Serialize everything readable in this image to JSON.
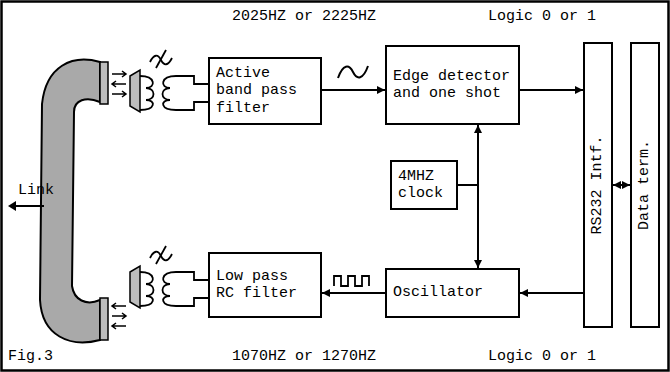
{
  "diagram": {
    "nodes": [
      {
        "text": [
          "Active band pass filter"
        ]
      },
      {
        "text": [
          "Edge detector and one shot"
        ]
      },
      {
        "text": [
          "4MHZ clock"
        ]
      },
      {
        "text": [
          "Low pass RC filter"
        ]
      },
      {
        "text": [
          "Oscillator"
        ]
      },
      {
        "text": [
          "RS232 Intf."
        ]
      },
      {
        "text": [
          "Data term."
        ]
      }
    ],
    "edges": [
      {
        "from": 0,
        "to": 1,
        "arrow": "to"
      },
      {
        "from": 1,
        "to": 5,
        "arrow": "to"
      },
      {
        "from": 2,
        "to": 1,
        "arrow": "to"
      },
      {
        "from": 2,
        "to": 4,
        "arrow": "to"
      },
      {
        "from": 5,
        "to": 4,
        "arrow": "to"
      },
      {
        "from": 4,
        "to": 3,
        "arrow": "to"
      },
      {
        "from": 5,
        "to": 6,
        "arrow": "both"
      }
    ],
    "labels": [
      "2025HZ or 2225HZ",
      "Logic 0 or 1",
      "Link",
      "Fig.3",
      "1070HZ or 1270HZ",
      "Logic 0 or 1"
    ]
  }
}
